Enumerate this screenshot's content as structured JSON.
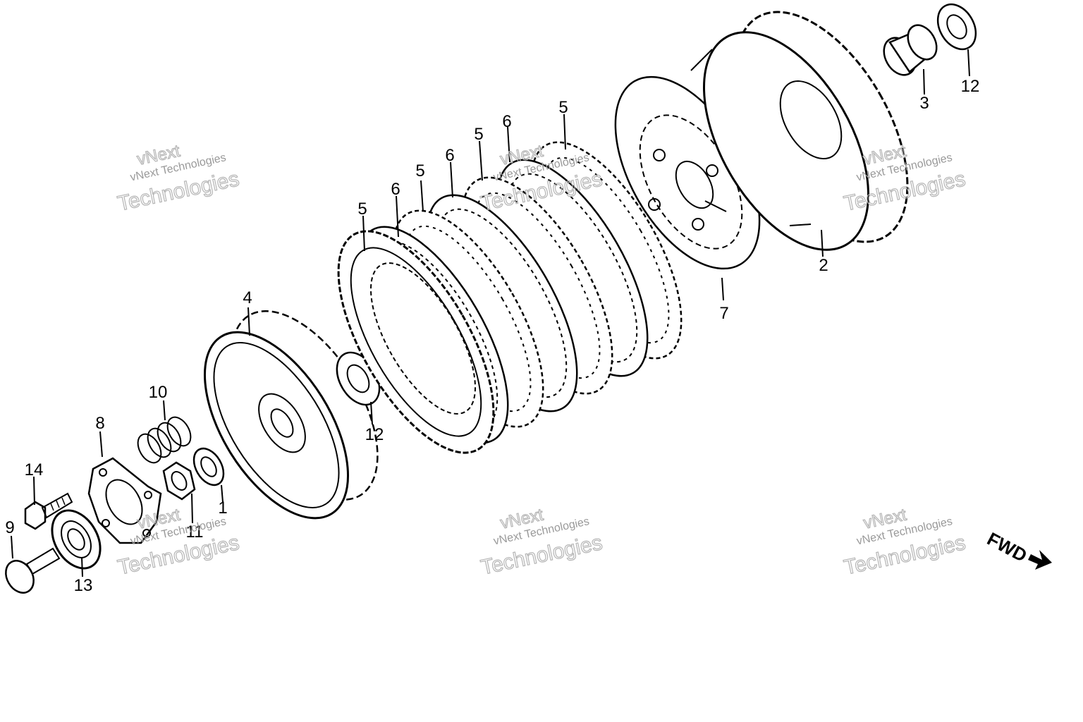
{
  "callouts": {
    "c1": "1",
    "c2": "2",
    "c3": "3",
    "c4": "4",
    "c5a": "5",
    "c5b": "5",
    "c5c": "5",
    "c5d": "5",
    "c6a": "6",
    "c6b": "6",
    "c6c": "6",
    "c7": "7",
    "c8": "8",
    "c9": "9",
    "c10": "10",
    "c11": "11",
    "c12a": "12",
    "c12b": "12",
    "c13": "13",
    "c14": "14"
  },
  "direction_label": "FWD",
  "watermark": {
    "line_top": "vNext",
    "line_small": "vNext Technologies",
    "line_large": "Technologies"
  }
}
